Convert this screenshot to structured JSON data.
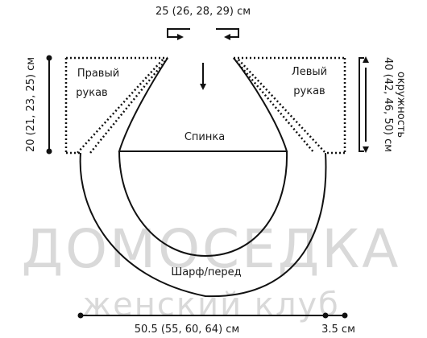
{
  "labels": {
    "top_width": "25 (26, 28, 29) см",
    "left_height": "20 (21, 23, 25) см",
    "right_circumference": "40 (42, 46, 50) см",
    "right_circumference_word": "окружность",
    "right_sleeve_line1": "Правый",
    "right_sleeve_line2": "рукав",
    "left_sleeve_line1": "Левый",
    "left_sleeve_line2": "рукав",
    "back": "Спинка",
    "scarf_front": "Шарф/перед",
    "bottom_width": "50.5 (55, 60, 64) см",
    "bottom_small": "3.5 см"
  },
  "watermark": {
    "line1": "ДОМОСЕДКА",
    "line2": "женский клуб"
  },
  "icons": {
    "top": "u-turn-arrows-icon",
    "down": "down-arrow-icon",
    "circumference": "circular-arrow-icon"
  },
  "colors": {
    "line": "#111111",
    "watermark": "#d9d9d9"
  }
}
